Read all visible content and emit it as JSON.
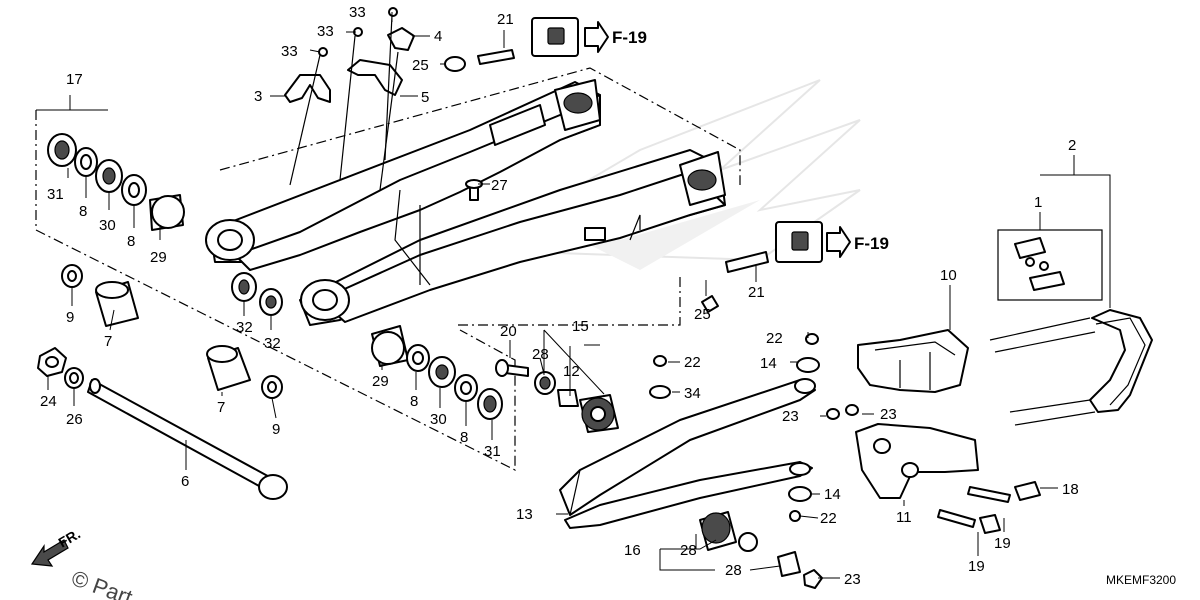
{
  "diagram_code": "MKEMF3200",
  "copyright": "© Part",
  "front_label": "FR.",
  "refs": {
    "top": "F-19",
    "middle": "F-19"
  },
  "labels": {
    "l1": "1",
    "l2": "2",
    "l3": "3",
    "l4": "4",
    "l5": "5",
    "l6": "6",
    "l7a": "7",
    "l7b": "7",
    "l8a": "8",
    "l8b": "8",
    "l8c": "8",
    "l8d": "8",
    "l9a": "9",
    "l9b": "9",
    "l10": "10",
    "l11": "11",
    "l12": "12",
    "l13": "13",
    "l14a": "14",
    "l14b": "14",
    "l15": "15",
    "l16": "16",
    "l17": "17",
    "l18": "18",
    "l19a": "19",
    "l19b": "19",
    "l20": "20",
    "l21a": "21",
    "l21b": "21",
    "l22a": "22",
    "l22b": "22",
    "l22c": "22",
    "l23a": "23",
    "l23b": "23",
    "l23c": "23",
    "l24": "24",
    "l25a": "25",
    "l25b": "25",
    "l26": "26",
    "l27": "27",
    "l28a": "28",
    "l28b": "28",
    "l28c": "28",
    "l29a": "29",
    "l29b": "29",
    "l30a": "30",
    "l30b": "30",
    "l31a": "31",
    "l31b": "31",
    "l32a": "32",
    "l32b": "32",
    "l33a": "33",
    "l33b": "33",
    "l33c": "33",
    "l34": "34"
  }
}
